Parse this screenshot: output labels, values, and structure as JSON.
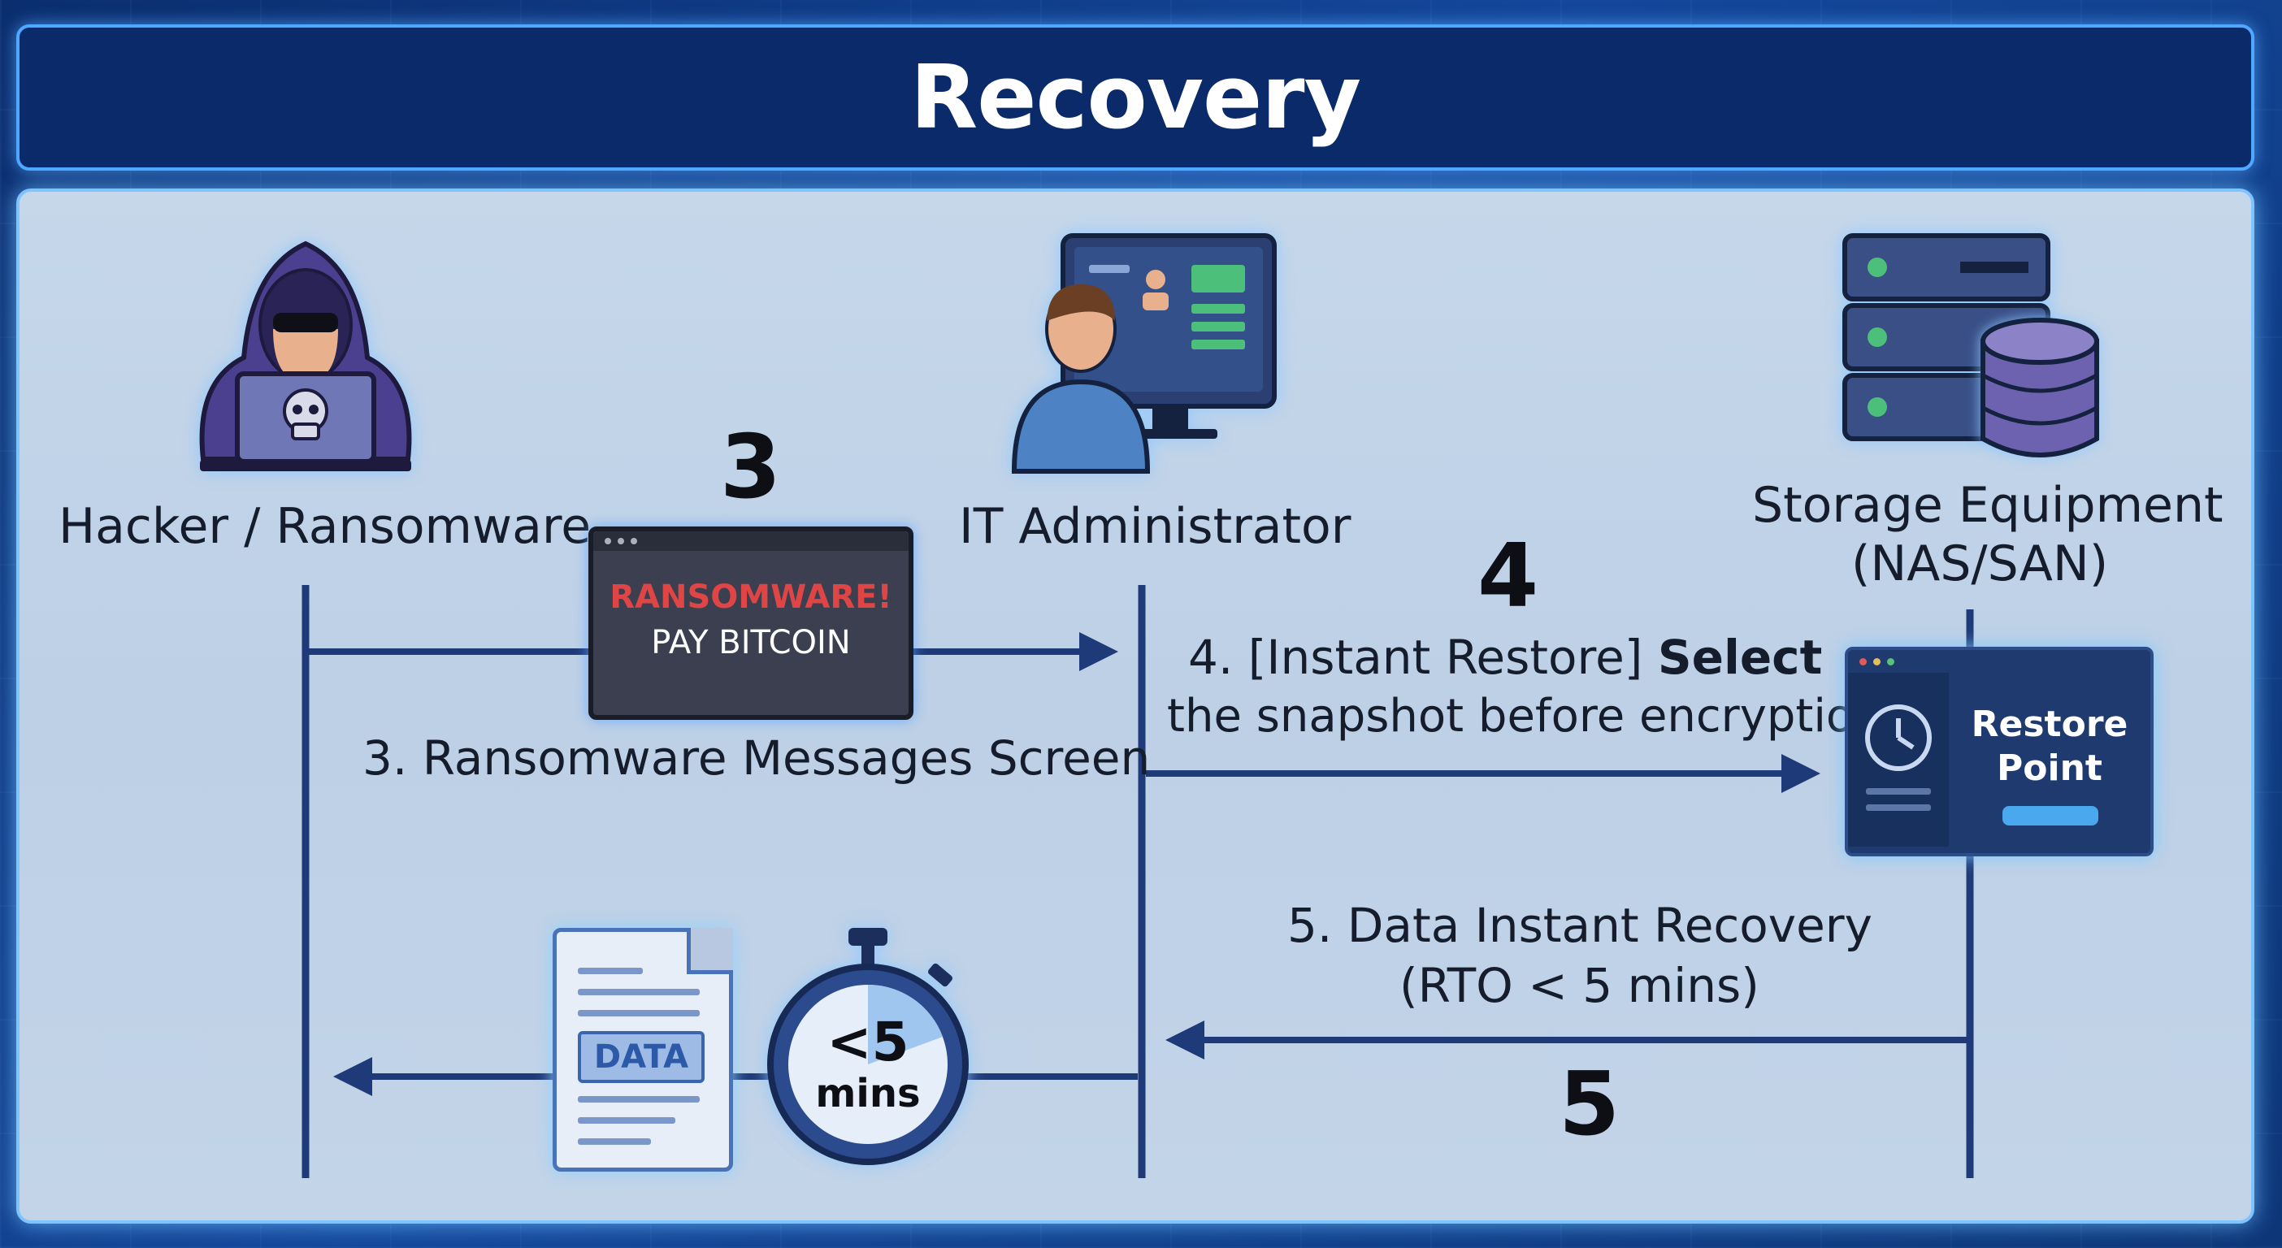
{
  "title": "Recovery",
  "actors": {
    "hacker": "Hacker / Ransomware",
    "admin": "IT Administrator",
    "storage_line1": "Storage Equipment",
    "storage_line2": "(NAS/SAN)"
  },
  "steps": {
    "step3": {
      "number": "3",
      "label": "3. Ransomware Messages Screen",
      "screen_line1": "RANSOMWARE!",
      "screen_line2": "PAY BITCOIN"
    },
    "step4": {
      "number": "4",
      "label_part1": "4. [Instant Restore] ",
      "label_bold": "Select",
      "label_line2": "the snapshot before encryption",
      "restore_line1": "Restore",
      "restore_line2": "Point"
    },
    "step5": {
      "number": "5",
      "label_line1": "5. Data Instant Recovery",
      "label_line2": "(RTO < 5 mins)",
      "data_doc": "DATA",
      "timer_line1": "<5",
      "timer_line2": "mins"
    }
  },
  "colors": {
    "line": "#1f3a78",
    "title_bg": "#0a2a6a",
    "alert_text": "#e04545",
    "accent_green": "#4cc07a",
    "panel_bg": "#c3d4e8"
  },
  "icons": [
    "hooded-hacker-icon",
    "skull-icon",
    "admin-monitor-icon",
    "server-rack-icon",
    "database-icon",
    "clock-icon",
    "document-icon",
    "stopwatch-icon"
  ]
}
